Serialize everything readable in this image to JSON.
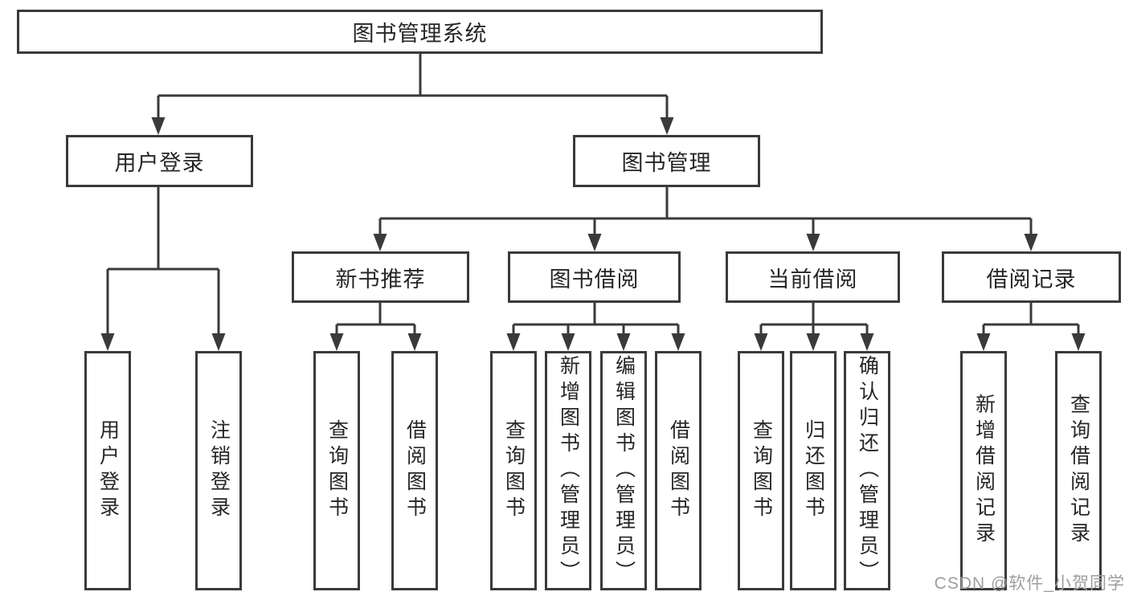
{
  "tree": {
    "root": {
      "label": "图书管理系统"
    },
    "user_login": {
      "label": "用户登录",
      "children": [
        {
          "label": "用户登录"
        },
        {
          "label": "注销登录"
        }
      ]
    },
    "book_management": {
      "label": "图书管理",
      "groups": [
        {
          "label": "新书推荐",
          "children": [
            {
              "label": "查询图书"
            },
            {
              "label": "借阅图书"
            }
          ]
        },
        {
          "label": "图书借阅",
          "children": [
            {
              "label": "查询图书"
            },
            {
              "label": "新增图书（管理员）"
            },
            {
              "label": "编辑图书（管理员）"
            },
            {
              "label": "借阅图书"
            }
          ]
        },
        {
          "label": "当前借阅",
          "children": [
            {
              "label": "查询图书"
            },
            {
              "label": "归还图书"
            },
            {
              "label": "确认归还（管理员）"
            }
          ]
        },
        {
          "label": "借阅记录",
          "children": [
            {
              "label": "新增借阅记录"
            },
            {
              "label": "查询借阅记录"
            }
          ]
        }
      ]
    }
  },
  "watermark": "CSDN @软件_小贺同学",
  "colors": {
    "line": "#3a3a3a",
    "text": "#262626",
    "watermark": "#9e9e9e",
    "background": "#ffffff"
  }
}
